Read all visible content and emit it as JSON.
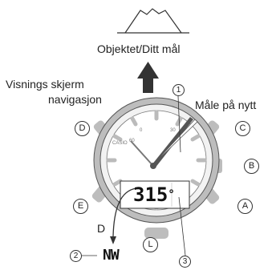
{
  "labels": {
    "target": "Objektet/Ditt mål",
    "display_nav_line1": "Visnings skjerm",
    "display_nav_line2": "navigasjon",
    "remeasure": "Måle på nytt",
    "direction_letter": "D"
  },
  "buttons": {
    "d": "D",
    "c": "C",
    "b": "B",
    "e": "E",
    "a": "A",
    "l": "L"
  },
  "callouts": {
    "one": "1",
    "two": "2",
    "three": "3"
  },
  "display": {
    "reading": "315",
    "unit": "°",
    "nav_direction": "NW"
  },
  "colors": {
    "line": "#333333",
    "case_gray": "#bdbdbd",
    "accent": "#333333"
  }
}
